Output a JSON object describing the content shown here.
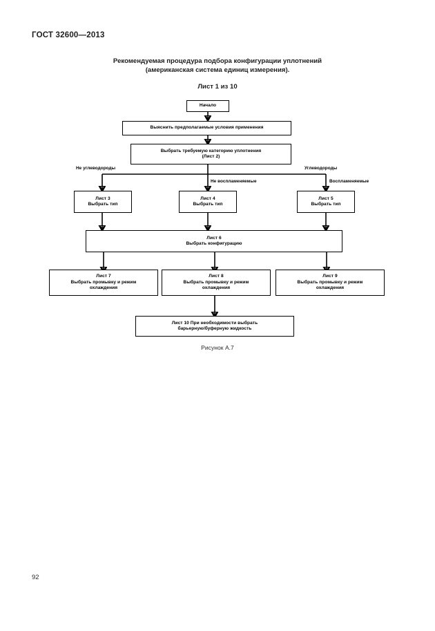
{
  "document": {
    "standard_header": "ГОСТ 32600—2013",
    "page_number": "92",
    "figure_caption": "Рисунок А.7"
  },
  "figure": {
    "title_line1": "Рекомендуемая процедура подбора конфигурации уплотнений",
    "title_line2": "(американская система единиц измерения).",
    "sheet_of": "Лист 1 из 10"
  },
  "flowchart": {
    "nodes": [
      {
        "id": "start",
        "lines": [
          "Начало"
        ]
      },
      {
        "id": "conditions",
        "lines": [
          "Выяснить предполагаемые условия применения"
        ]
      },
      {
        "id": "category",
        "lines": [
          "Выбрать требуемую категорию уплотнения",
          "(Лист 2)"
        ]
      },
      {
        "id": "sheet3",
        "lines": [
          "Лист 3",
          "Выбрать тип"
        ]
      },
      {
        "id": "sheet4",
        "lines": [
          "Лист 4",
          "Выбрать тип"
        ]
      },
      {
        "id": "sheet5",
        "lines": [
          "Лист 5",
          "Выбрать тип"
        ]
      },
      {
        "id": "sheet6",
        "lines": [
          "Лист 6",
          "Выбрать конфигурацию"
        ]
      },
      {
        "id": "sheet7",
        "lines": [
          "Лист 7",
          "Выбрать промывку и режим",
          "охлаждения"
        ]
      },
      {
        "id": "sheet8",
        "lines": [
          "Лист 8",
          "Выбрать промывку и режим",
          "охлаждения"
        ]
      },
      {
        "id": "sheet9",
        "lines": [
          "Лист 9",
          "Выбрать промывку и режим",
          "охлаждения"
        ]
      },
      {
        "id": "sheet10",
        "lines": [
          "Лист 10 При необходимости выбрать",
          "барьерную/буферную жидкость"
        ]
      }
    ],
    "edge_labels": [
      {
        "id": "non-hydrocarbons",
        "text": "Не углеводороды"
      },
      {
        "id": "non-flammable",
        "text": "Не воспламеняемые"
      },
      {
        "id": "hydrocarbons",
        "text": "Углеводороды"
      },
      {
        "id": "flammable",
        "text": "Воспламеняемые"
      }
    ]
  }
}
